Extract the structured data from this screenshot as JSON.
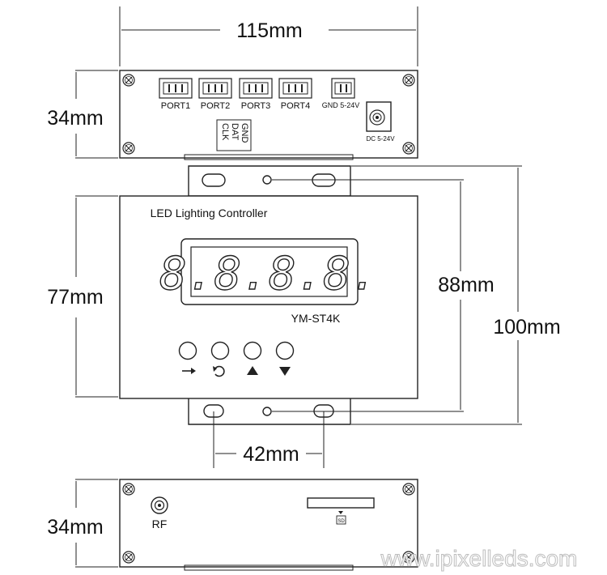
{
  "dimensions": {
    "width_top": "115mm",
    "height_top_view": "34mm",
    "height_front": "77mm",
    "height_bracket": "88mm",
    "height_total": "100mm",
    "hole_spacing": "42mm",
    "height_bottom_view": "34mm"
  },
  "top_panel": {
    "ports": [
      "PORT1",
      "PORT2",
      "PORT3",
      "PORT4"
    ],
    "power_label": "GND 5-24V",
    "dc_label": "DC 5-24V",
    "signal_pins": [
      "GND",
      "DAT",
      "CLK"
    ]
  },
  "front_panel": {
    "title": "LED Lighting Controller",
    "display": "8.8.8.8.",
    "model": "YM-ST4K",
    "buttons": [
      {
        "id": "next",
        "icon": "arrow-right-icon"
      },
      {
        "id": "mode",
        "icon": "refresh-icon"
      },
      {
        "id": "up",
        "icon": "triangle-up-icon"
      },
      {
        "id": "down",
        "icon": "triangle-down-icon"
      }
    ]
  },
  "bottom_panel": {
    "rf_label": "RF",
    "sd_label": "SD"
  },
  "watermark": "www.ipixelleds.com"
}
